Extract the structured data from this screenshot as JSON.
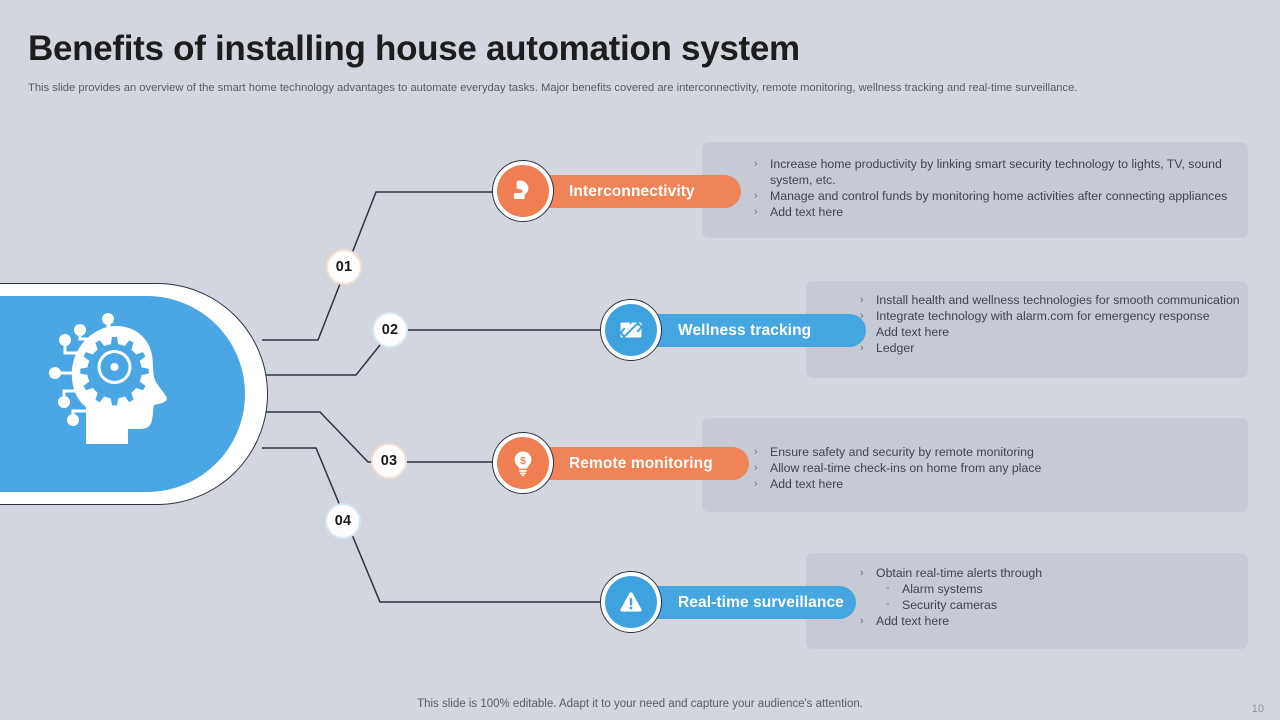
{
  "header": {
    "title": "Benefits of installing house automation system",
    "subtitle": "This slide provides an overview of the smart home technology advantages to automate everyday tasks. Major benefits covered are interconnectivity, remote monitoring, wellness tracking and real-time surveillance."
  },
  "center": {
    "icon": "brain-circuit-head-icon"
  },
  "branches": [
    {
      "number": "01",
      "label": "Interconnectivity",
      "icon": "flexed-bicep-icon",
      "color": "#ef7f52",
      "badge_style": "peach",
      "bullets": [
        {
          "level": 1,
          "mark": "›",
          "text": "Increase home productivity by linking smart security technology to lights, TV, sound system, etc."
        },
        {
          "level": 1,
          "mark": "›",
          "text": "Manage and control funds by monitoring home activities after connecting appliances"
        },
        {
          "level": 1,
          "mark": "›",
          "text": "Add text here"
        }
      ]
    },
    {
      "number": "02",
      "label": "Wellness tracking",
      "icon": "monitor-link-icon",
      "color": "#3ea2de",
      "badge_style": "blue",
      "bullets": [
        {
          "level": 1,
          "mark": "›",
          "text": "Install health and wellness technologies for smooth communication"
        },
        {
          "level": 1,
          "mark": "›",
          "text": "Integrate technology with alarm.com for emergency response"
        },
        {
          "level": 1,
          "mark": "›",
          "text": "Add text here"
        },
        {
          "level": 1,
          "mark": "›",
          "text": "Ledger"
        }
      ]
    },
    {
      "number": "03",
      "label": "Remote monitoring",
      "icon": "lightbulb-dollar-icon",
      "color": "#ef7f52",
      "badge_style": "peach",
      "bullets": [
        {
          "level": 1,
          "mark": "›",
          "text": "Ensure safety and security by remote monitoring"
        },
        {
          "level": 1,
          "mark": "›",
          "text": "Allow real-time check-ins on home from any place"
        },
        {
          "level": 1,
          "mark": "›",
          "text": "Add text here"
        }
      ]
    },
    {
      "number": "04",
      "label": "Real-time surveillance",
      "icon": "warning-triangle-icon",
      "color": "#3ea2de",
      "badge_style": "blue",
      "bullets": [
        {
          "level": 1,
          "mark": "›",
          "text": "Obtain real-time alerts through"
        },
        {
          "level": 2,
          "mark": "◦",
          "text": "Alarm systems"
        },
        {
          "level": 2,
          "mark": "◦",
          "text": "Security cameras"
        },
        {
          "level": 1,
          "mark": "›",
          "text": "Add text here"
        }
      ]
    }
  ],
  "footer": {
    "note": "This slide is 100% editable. Adapt it to your need and capture your audience's attention.",
    "page_number": "10"
  },
  "colors": {
    "page_background": "#d3d6de",
    "card_background": "#c6cad5",
    "orange": "#ef7f52",
    "blue": "#3ea2de",
    "line": "#2d3340"
  }
}
